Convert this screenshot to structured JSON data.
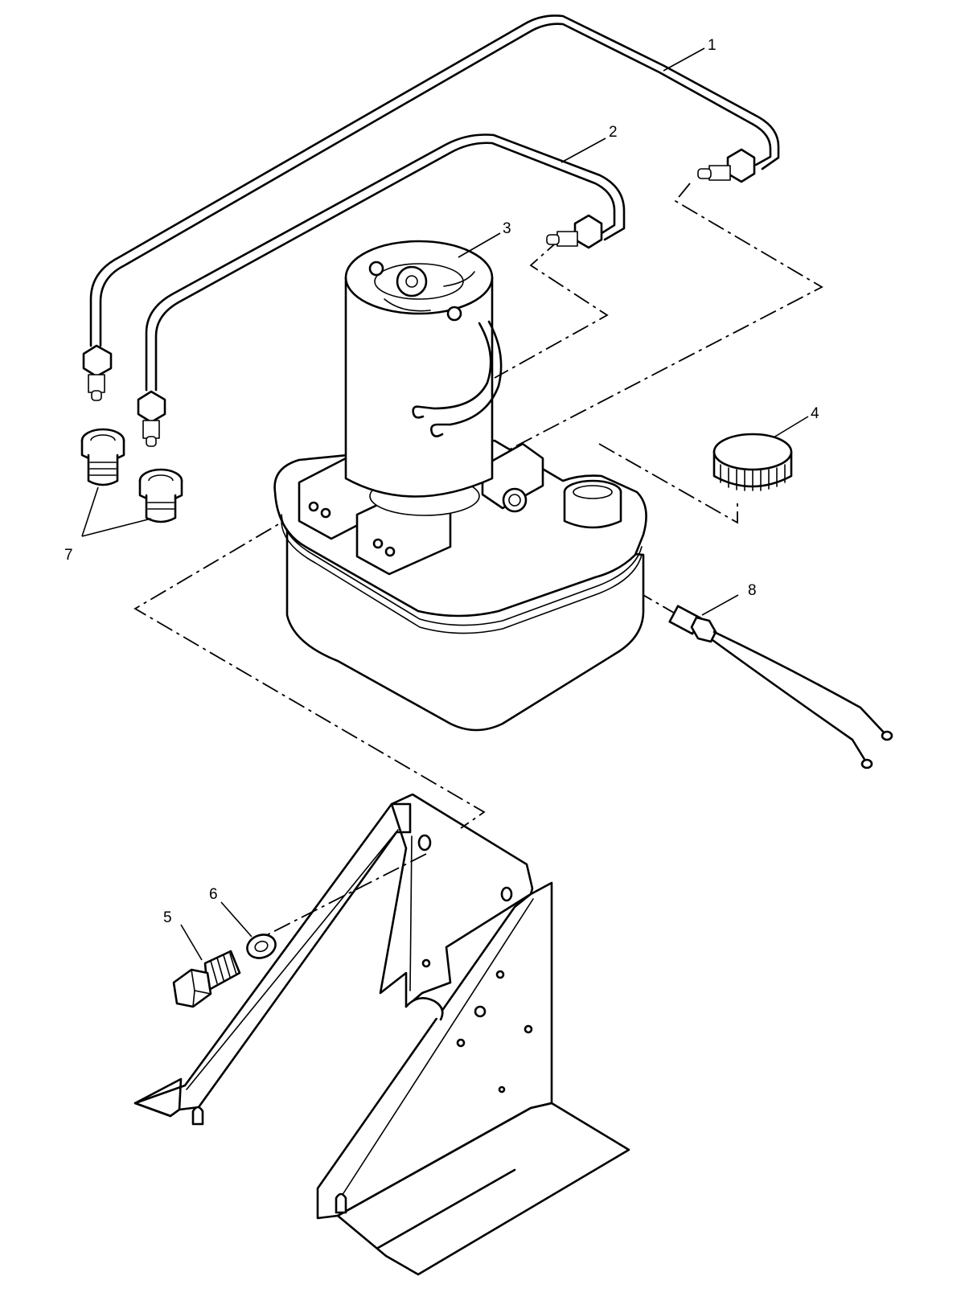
{
  "callouts": {
    "c1": "1",
    "c2": "2",
    "c3": "3",
    "c4": "4",
    "c5": "5",
    "c6": "6",
    "c7": "7",
    "c8": "8"
  },
  "colors": {
    "ink": "#000000",
    "paper": "#ffffff",
    "shade": "#d9d9d9"
  }
}
